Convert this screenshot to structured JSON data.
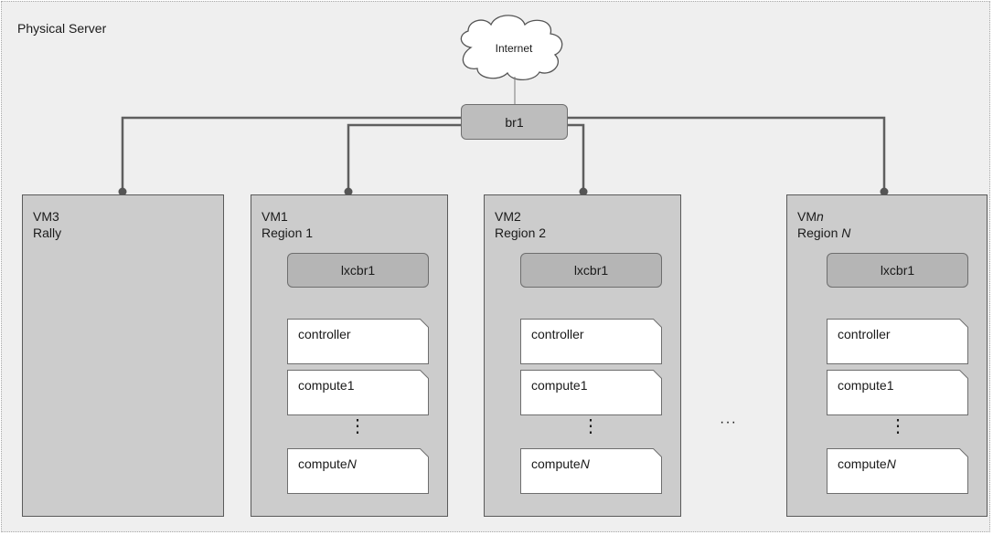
{
  "server": {
    "title": "Physical Server"
  },
  "internet": {
    "label": "Internet"
  },
  "bridge": {
    "label": "br1"
  },
  "vms": [
    {
      "name": "VM3",
      "subtitle": "Rally"
    },
    {
      "name": "VM1",
      "subtitle": "Region 1",
      "bridge": "lxcbr1",
      "nodes": [
        "controller",
        "compute1",
        "computeN"
      ]
    },
    {
      "name": "VM2",
      "subtitle": "Region 2",
      "bridge": "lxcbr1",
      "nodes": [
        "controller",
        "compute1",
        "computeN"
      ]
    },
    {
      "name_prefix": "VM",
      "name_var": "n",
      "subtitle_prefix": "Region ",
      "subtitle_var": "N",
      "bridge": "lxcbr1",
      "nodes": [
        "controller",
        "compute1",
        "computeN"
      ]
    }
  ],
  "node_labels": {
    "compute_n_prefix": "compute",
    "compute_n_var": "N"
  },
  "ellipsis": {
    "vertical": "⋮",
    "horizontal": "···"
  }
}
